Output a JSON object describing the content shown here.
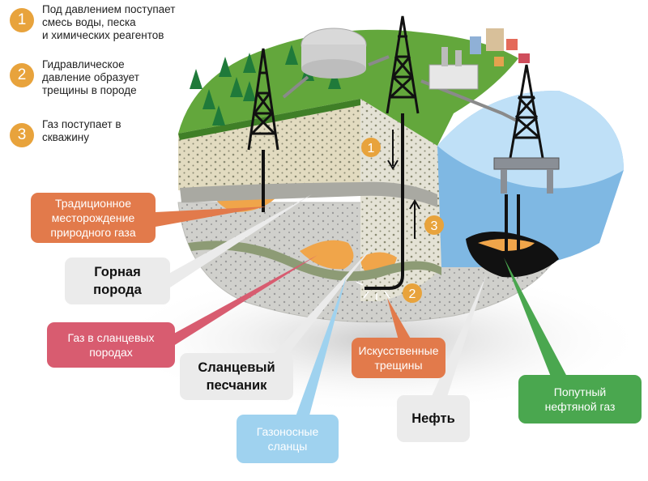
{
  "steps": [
    {
      "num": "1",
      "text": "Под давлением поступает\nсмесь воды, песка\nи химических реагентов"
    },
    {
      "num": "2",
      "text": "Гидравлическое\nдавление образует\nтрещины в породе"
    },
    {
      "num": "3",
      "text": "Газ поступает в\nскважину"
    }
  ],
  "diagram_markers": [
    "1",
    "2",
    "3"
  ],
  "labels": {
    "traditional_gas": "Традиционное\nместорождение\nприродного газа",
    "rock": "Горная\nпорода",
    "shale_gas": "Газ в сланцевых\nпородах",
    "shale_sandstone": "Сланцевый\nпесчаник",
    "gas_shale": "Газоносные\nсланцы",
    "artificial_cracks": "Искусственные\nтрещины",
    "oil": "Нефть",
    "associated_gas": "Попутный\nнефтяной газ"
  },
  "colors": {
    "step_marker": "#e8a33c",
    "traditional_gas": "#e27a4b",
    "rock": "#ebebeb",
    "shale_gas": "#d85c70",
    "gas_shale": "#9fd2ef",
    "artificial_cracks": "#e27a4b",
    "associated_gas": "#4aa74f",
    "grass": "#63a73c",
    "sea": "#7fb8e3"
  }
}
